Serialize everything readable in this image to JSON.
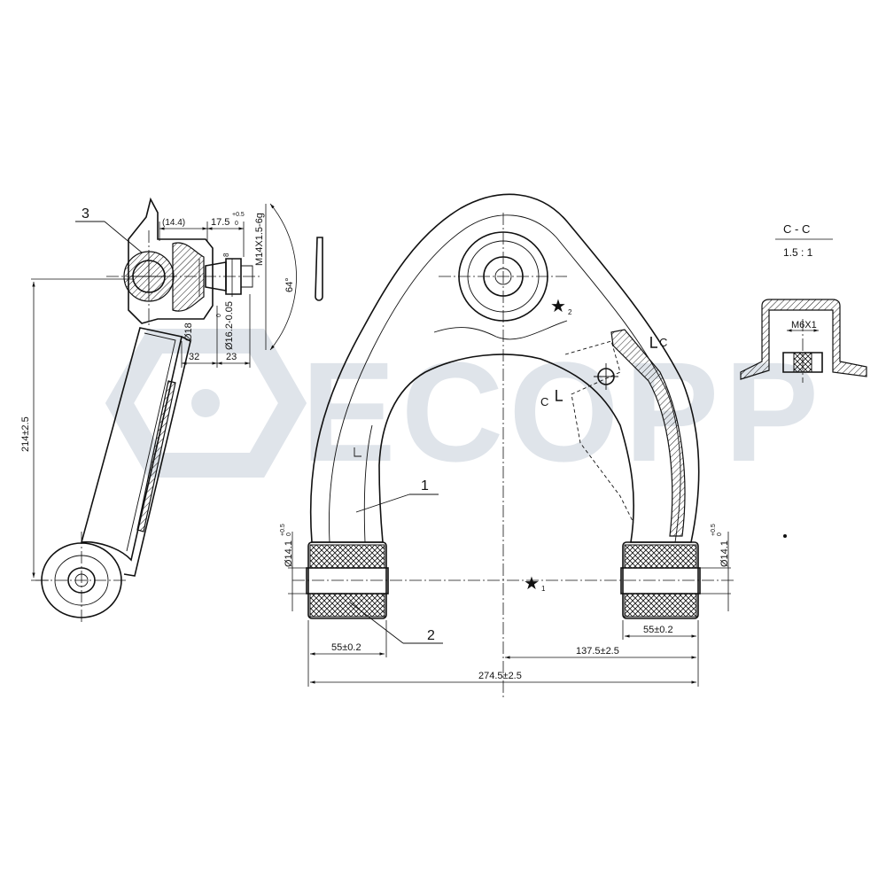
{
  "watermark": {
    "text": "ECOPP",
    "color": "#dfe4ea"
  },
  "colors": {
    "line": "#111111",
    "background": "#ffffff"
  },
  "side_view": {
    "callout": "3",
    "dims": {
      "d_14_4": "(14.4)",
      "d_17_5": "17.5",
      "d_17_5_tol_upper": "+0.5",
      "d_17_5_tol_lower": "0",
      "thread": "M14X1.5-6g",
      "angle": "64°",
      "d_8": "8",
      "d_18": "Ø18",
      "d_16_2": "Ø16.2-0.05",
      "d_16_2_tol": "0",
      "d_32": "32",
      "d_23": "23",
      "height": "214±2.5"
    }
  },
  "front_view": {
    "callout_1": "1",
    "callout_2": "2",
    "star_1": "1",
    "star_2": "2",
    "section_mark": "C",
    "dims": {
      "bore_left": "Ø14.1",
      "bore_left_tol_upper": "+0.5",
      "bore_left_tol_lower": "0",
      "bore_right": "Ø14.1",
      "bore_right_tol_upper": "+0.5",
      "bore_right_tol_lower": "0",
      "bush_left": "55±0.2",
      "bush_right": "55±0.2",
      "half_span": "137.5±2.5",
      "total_span": "274.5±2.5"
    }
  },
  "section_view": {
    "title": "C - C",
    "scale": "1.5 : 1",
    "thread": "M6X1"
  }
}
